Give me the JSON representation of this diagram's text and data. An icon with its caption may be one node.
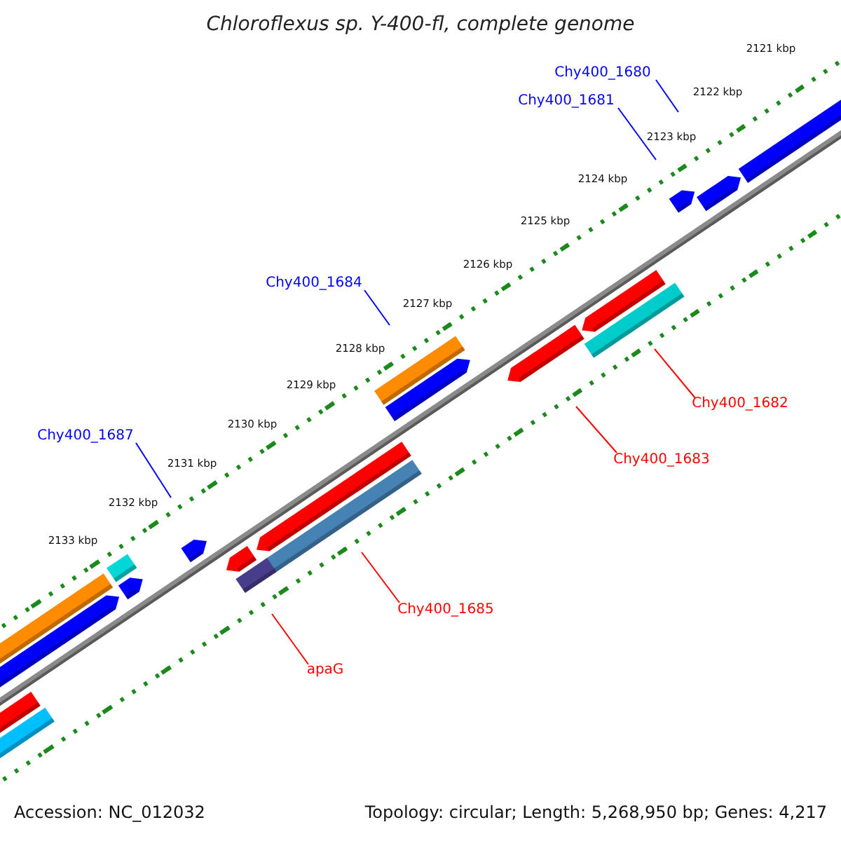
{
  "diagram": {
    "title": "Chloroflexus sp. Y-400-fl, complete genome",
    "nodes": [
      {
        "text": [
          "Chy400_1680"
        ]
      },
      {
        "text": [
          "Chy400_1681"
        ]
      },
      {
        "text": [
          "Chy400_1684"
        ]
      },
      {
        "text": [
          "Chy400_1682"
        ]
      },
      {
        "text": [
          "Chy400_1687"
        ]
      },
      {
        "text": [
          "Chy400_1683"
        ]
      },
      {
        "text": [
          "Chy400_1685"
        ]
      },
      {
        "text": [
          "apaG"
        ]
      }
    ],
    "edges": [
      {
        "from": 0,
        "to": null,
        "arrow": "none",
        "color": "#0000ff"
      },
      {
        "from": 1,
        "to": null,
        "arrow": "none",
        "color": "#0000ff"
      },
      {
        "from": 2,
        "to": null,
        "arrow": "none",
        "color": "#0000ff"
      },
      {
        "from": 3,
        "to": null,
        "arrow": "none",
        "color": "#ff0000"
      },
      {
        "from": 4,
        "to": null,
        "arrow": "none",
        "color": "#0000ff"
      },
      {
        "from": 5,
        "to": null,
        "arrow": "none",
        "color": "#ff0000"
      },
      {
        "from": 6,
        "to": null,
        "arrow": "none",
        "color": "#ff0000"
      },
      {
        "from": 7,
        "to": null,
        "arrow": "none",
        "color": "#ff0000"
      }
    ],
    "labels": [
      "2121 kbp",
      "2122 kbp",
      "2123 kbp",
      "2124 kbp",
      "2125 kbp",
      "2126 kbp",
      "2127 kbp",
      "2128 kbp",
      "2129 kbp",
      "2130 kbp",
      "2131 kbp",
      "2132 kbp",
      "2133 kbp",
      "Accession: NC_012032",
      "Topology: circular; Length: 5,268,950 bp; Genes: 4,217"
    ]
  }
}
